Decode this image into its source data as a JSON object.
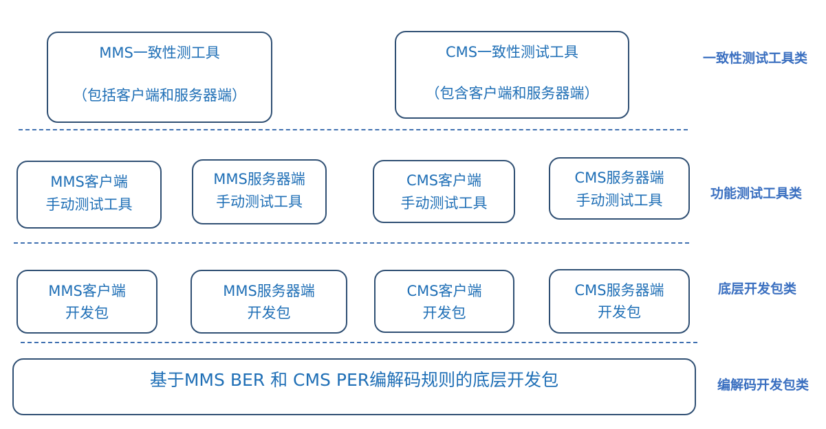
{
  "colors": {
    "box_border": "#2f4f73",
    "box_text": "#1f6fb6",
    "separator": "#3e6fb0",
    "category_text": "#3a6fc0"
  },
  "conformance": {
    "mms": {
      "line1": "MMS一致性测工具",
      "line2": "（包括客户端和服务器端）"
    },
    "cms": {
      "line1": "CMS一致性测试工具",
      "line2": "（包含客户端和服务器端）"
    },
    "category": "一致性测试工具类"
  },
  "functional": {
    "mms_client": {
      "line1": "MMS客户端",
      "line2": "手动测试工具"
    },
    "mms_server": {
      "line1": "MMS服务器端",
      "line2": "手动测试工具"
    },
    "cms_client": {
      "line1": "CMS客户端",
      "line2": "手动测试工具"
    },
    "cms_server": {
      "line1": "CMS服务器端",
      "line2": "手动测试工具"
    },
    "category": "功能测试工具类"
  },
  "sdk": {
    "mms_client": {
      "line1": "MMS客户端",
      "line2": "开发包"
    },
    "mms_server": {
      "line1": "MMS服务器端",
      "line2": "开发包"
    },
    "cms_client": {
      "line1": "CMS客户端",
      "line2": "开发包"
    },
    "cms_server": {
      "line1": "CMS服务器端",
      "line2": "开发包"
    },
    "category": "底层开发包类"
  },
  "codec": {
    "label": "基于MMS BER 和 CMS  PER编解码规则的底层开发包",
    "category": "编解码开发包类"
  }
}
